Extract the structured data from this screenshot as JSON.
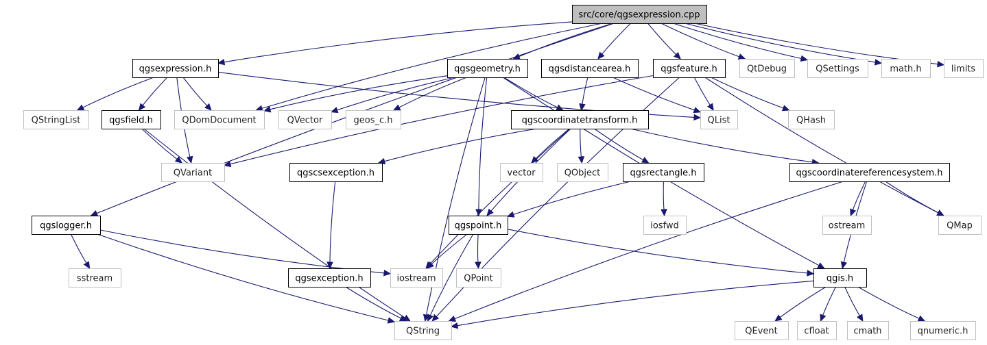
{
  "graph": {
    "root": "src/core/qgsexpression.cpp",
    "colors": {
      "edge": "#191970",
      "documented_border": "#000000",
      "external_border": "#bfbfbf",
      "root_fill": "#bfbfbf"
    },
    "nodes": [
      {
        "id": "root",
        "label": "src/core/qgsexpression.cpp",
        "kind": "root"
      },
      {
        "id": "qgsexpression_h",
        "label": "qgsexpression.h",
        "kind": "documented"
      },
      {
        "id": "qgsgeometry_h",
        "label": "qgsgeometry.h",
        "kind": "documented"
      },
      {
        "id": "qgsdistancearea_h",
        "label": "qgsdistancearea.h",
        "kind": "documented"
      },
      {
        "id": "qgsfeature_h",
        "label": "qgsfeature.h",
        "kind": "documented"
      },
      {
        "id": "QtDebug",
        "label": "QtDebug",
        "kind": "external"
      },
      {
        "id": "QSettings",
        "label": "QSettings",
        "kind": "external"
      },
      {
        "id": "math_h",
        "label": "math.h",
        "kind": "external"
      },
      {
        "id": "limits",
        "label": "limits",
        "kind": "external"
      },
      {
        "id": "QStringList",
        "label": "QStringList",
        "kind": "external"
      },
      {
        "id": "qgsfield_h",
        "label": "qgsfield.h",
        "kind": "documented"
      },
      {
        "id": "QDomDocument",
        "label": "QDomDocument",
        "kind": "external"
      },
      {
        "id": "QVector",
        "label": "QVector",
        "kind": "external"
      },
      {
        "id": "geos_c_h",
        "label": "geos_c.h",
        "kind": "external"
      },
      {
        "id": "qgscoordinatetransform_h",
        "label": "qgscoordinatetransform.h",
        "kind": "documented"
      },
      {
        "id": "QList",
        "label": "QList",
        "kind": "external"
      },
      {
        "id": "QHash",
        "label": "QHash",
        "kind": "external"
      },
      {
        "id": "QVariant",
        "label": "QVariant",
        "kind": "external"
      },
      {
        "id": "qgscsexception_h",
        "label": "qgscsexception.h",
        "kind": "documented"
      },
      {
        "id": "vector",
        "label": "vector",
        "kind": "external"
      },
      {
        "id": "QObject",
        "label": "QObject",
        "kind": "external"
      },
      {
        "id": "qgsrectangle_h",
        "label": "qgsrectangle.h",
        "kind": "documented"
      },
      {
        "id": "qgscoordinatereferencesystem_h",
        "label": "qgscoordinatereferencesystem.h",
        "kind": "documented"
      },
      {
        "id": "qgslogger_h",
        "label": "qgslogger.h",
        "kind": "documented"
      },
      {
        "id": "qgspoint_h",
        "label": "qgspoint.h",
        "kind": "documented"
      },
      {
        "id": "iosfwd",
        "label": "iosfwd",
        "kind": "external"
      },
      {
        "id": "ostream",
        "label": "ostream",
        "kind": "external"
      },
      {
        "id": "QMap",
        "label": "QMap",
        "kind": "external"
      },
      {
        "id": "sstream",
        "label": "sstream",
        "kind": "external"
      },
      {
        "id": "iostream",
        "label": "iostream",
        "kind": "external"
      },
      {
        "id": "QPoint",
        "label": "QPoint",
        "kind": "external"
      },
      {
        "id": "qgsexception_h",
        "label": "qgsexception.h",
        "kind": "documented"
      },
      {
        "id": "qgis_h",
        "label": "qgis.h",
        "kind": "documented"
      },
      {
        "id": "QString",
        "label": "QString",
        "kind": "external"
      },
      {
        "id": "QEvent",
        "label": "QEvent",
        "kind": "external"
      },
      {
        "id": "cfloat",
        "label": "cfloat",
        "kind": "external"
      },
      {
        "id": "cmath",
        "label": "cmath",
        "kind": "external"
      },
      {
        "id": "qnumeric_h",
        "label": "qnumeric.h",
        "kind": "external"
      }
    ],
    "edges": [
      [
        "root",
        "qgsexpression_h"
      ],
      [
        "root",
        "qgsgeometry_h"
      ],
      [
        "root",
        "qgsdistancearea_h"
      ],
      [
        "root",
        "qgsfeature_h"
      ],
      [
        "root",
        "QtDebug"
      ],
      [
        "root",
        "QSettings"
      ],
      [
        "root",
        "math_h"
      ],
      [
        "root",
        "limits"
      ],
      [
        "root",
        "QDomDocument"
      ],
      [
        "root",
        "qgslogger_h"
      ],
      [
        "qgsexpression_h",
        "QStringList"
      ],
      [
        "qgsexpression_h",
        "qgsfield_h"
      ],
      [
        "qgsexpression_h",
        "QDomDocument"
      ],
      [
        "qgsexpression_h",
        "QVariant"
      ],
      [
        "qgsexpression_h",
        "QList"
      ],
      [
        "qgsfield_h",
        "QVariant"
      ],
      [
        "qgsfield_h",
        "QString"
      ],
      [
        "qgsgeometry_h",
        "QVector"
      ],
      [
        "qgsgeometry_h",
        "geos_c_h"
      ],
      [
        "qgsgeometry_h",
        "qgscoordinatetransform_h"
      ],
      [
        "qgsgeometry_h",
        "qgspoint_h"
      ],
      [
        "qgsgeometry_h",
        "QString"
      ],
      [
        "qgsgeometry_h",
        "qgis_h"
      ],
      [
        "qgsgeometry_h",
        "QDomDocument"
      ],
      [
        "qgsdistancearea_h",
        "qgscoordinatetransform_h"
      ],
      [
        "qgsdistancearea_h",
        "QList"
      ],
      [
        "qgsfeature_h",
        "QList"
      ],
      [
        "qgsfeature_h",
        "QHash"
      ],
      [
        "qgsfeature_h",
        "QMap"
      ],
      [
        "qgsfeature_h",
        "QVariant"
      ],
      [
        "qgsfeature_h",
        "QString"
      ],
      [
        "qgscoordinatetransform_h",
        "qgscsexception_h"
      ],
      [
        "qgscoordinatetransform_h",
        "vector"
      ],
      [
        "qgscoordinatetransform_h",
        "QObject"
      ],
      [
        "qgscoordinatetransform_h",
        "qgsrectangle_h"
      ],
      [
        "qgscoordinatetransform_h",
        "qgscoordinatereferencesystem_h"
      ],
      [
        "qgscoordinatetransform_h",
        "qgspoint_h"
      ],
      [
        "qgscoordinatetransform_h",
        "iostream"
      ],
      [
        "qgscsexception_h",
        "qgsexception_h"
      ],
      [
        "qgsrectangle_h",
        "iosfwd"
      ],
      [
        "qgsrectangle_h",
        "qgspoint_h"
      ],
      [
        "qgscoordinatereferencesystem_h",
        "ostream"
      ],
      [
        "qgscoordinatereferencesystem_h",
        "QMap"
      ],
      [
        "qgscoordinatereferencesystem_h",
        "qgis_h"
      ],
      [
        "qgscoordinatereferencesystem_h",
        "QString"
      ],
      [
        "qgslogger_h",
        "sstream"
      ],
      [
        "qgslogger_h",
        "iostream"
      ],
      [
        "qgslogger_h",
        "QString"
      ],
      [
        "qgspoint_h",
        "iostream"
      ],
      [
        "qgspoint_h",
        "QPoint"
      ],
      [
        "qgspoint_h",
        "qgis_h"
      ],
      [
        "qgspoint_h",
        "QString"
      ],
      [
        "qgsexception_h",
        "QString"
      ],
      [
        "qgis_h",
        "QEvent"
      ],
      [
        "qgis_h",
        "cfloat"
      ],
      [
        "qgis_h",
        "cmath"
      ],
      [
        "qgis_h",
        "qnumeric_h"
      ],
      [
        "qgis_h",
        "QString"
      ]
    ]
  }
}
